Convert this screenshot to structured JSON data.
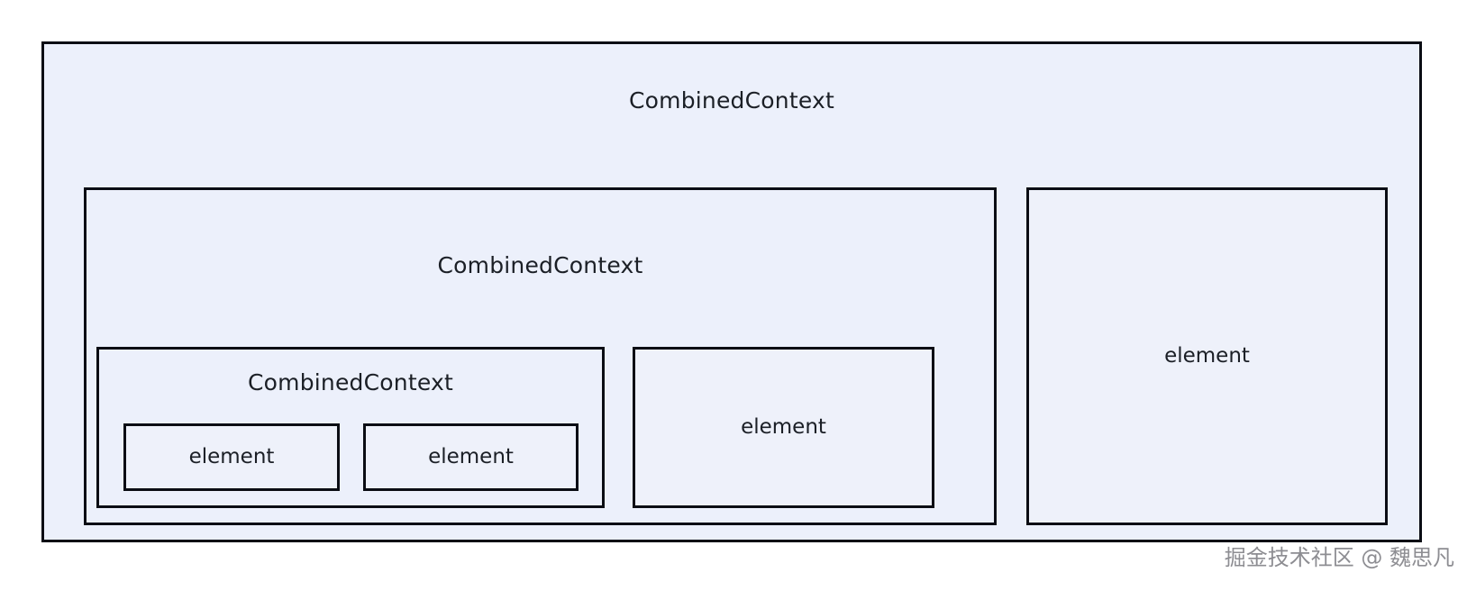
{
  "diagram": {
    "type": "nested-box-hierarchy",
    "background_color": "#ffffff",
    "box_fill_color": "#ecf0fb",
    "box_border_color": "#0b0d14",
    "text_color": "#1b1f26",
    "outer": {
      "title": "CombinedContext",
      "level2": {
        "title": "CombinedContext",
        "level3": {
          "title": "CombinedContext",
          "elements": [
            {
              "label": "element"
            },
            {
              "label": "element"
            }
          ]
        },
        "element_middle": {
          "label": "element"
        }
      },
      "element_right": {
        "label": "element"
      }
    }
  },
  "watermark": {
    "text": "掘金技术社区 @ 魏思凡",
    "color": "#8d8d92"
  }
}
